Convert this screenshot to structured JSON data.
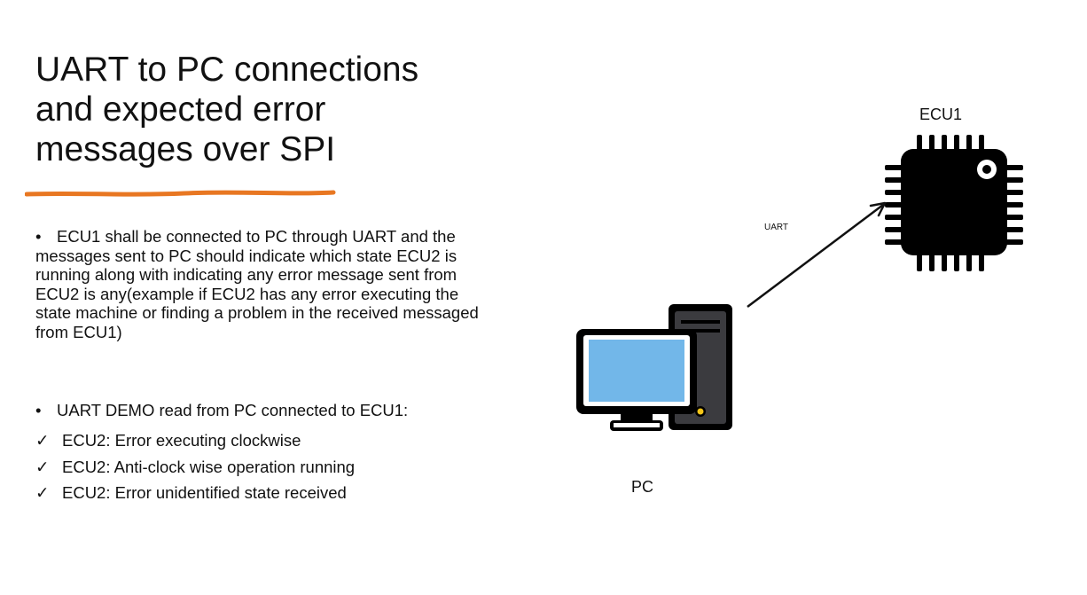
{
  "slide": {
    "title_lines": [
      "UART to PC connections",
      "and expected error",
      "messages over SPI"
    ],
    "accent_color": "#E87722",
    "bullet1": "ECU1 shall be connected to PC through UART and the messages sent to PC should indicate which state ECU2 is running along with indicating any error message sent from ECU2 is any(example if ECU2 has any error executing the state machine or finding a problem in the received messaged from ECU1)",
    "bullet2": "UART DEMO read from PC connected to ECU1:",
    "bullet_marker": "•",
    "check_marker": "✓",
    "checks": [
      "ECU2: Error executing clockwise",
      "ECU2: Anti-clock wise operation running",
      "ECU2: Error unidentified state received"
    ]
  },
  "diagram": {
    "ecu_label": "ECU1",
    "pc_label": "PC",
    "link_label": "UART",
    "icons": [
      "microchip-icon",
      "desktop-computer-icon",
      "arrow-icon"
    ],
    "colors": {
      "screen": "#72B7E9",
      "tower": "#3B3B3F",
      "led": "#F5C518",
      "outline": "#000000"
    }
  }
}
